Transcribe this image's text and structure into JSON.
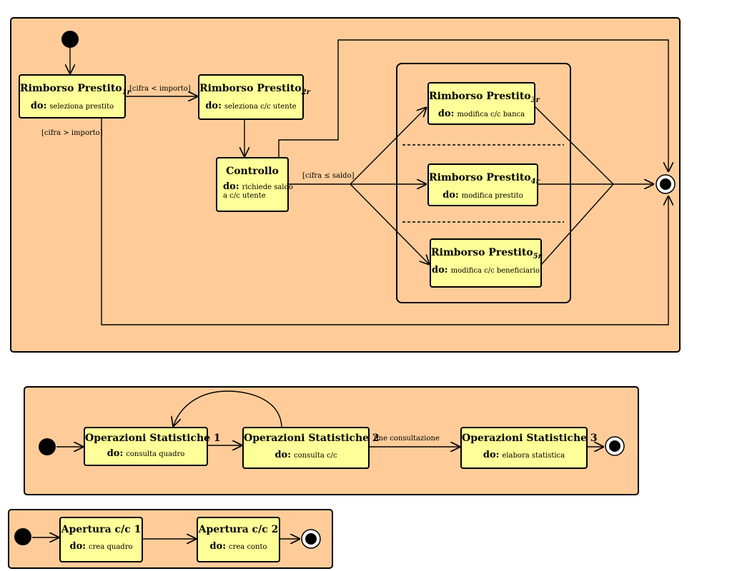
{
  "diagram1": {
    "states": {
      "s1": {
        "title": "Rimborso Prestito",
        "sub": "1r",
        "do": "do:",
        "activity": "seleziona prestito"
      },
      "s2": {
        "title": "Rimborso Prestito",
        "sub": "2r",
        "do": "do:",
        "activity": "seleziona c/c utente"
      },
      "s3": {
        "title": "Rimborso Prestito",
        "sub": "3r",
        "do": "do:",
        "activity": "modifica c/c banca"
      },
      "s4": {
        "title": "Rimborso Prestito",
        "sub": "4r",
        "do": "do:",
        "activity": "modifica prestito"
      },
      "s5": {
        "title": "Rimborso Prestito",
        "sub": "5r",
        "do": "do:",
        "activity": "modifica c/c beneficiario"
      },
      "controllo": {
        "title": "Controllo",
        "do": "do:",
        "activity_line1": "richiede saldo",
        "activity_line2": "a c/c utente"
      }
    },
    "guards": {
      "cifra_lt_importo": "[cifra < importo]",
      "cifra_gt_importo": "[cifra > importo]",
      "cifra_le_saldo": "[cifra ≤ saldo]"
    }
  },
  "diagram2": {
    "states": {
      "os1": {
        "title": "Operazioni Statistiche 1",
        "do": "do:",
        "activity": "consulta  quadro"
      },
      "os2": {
        "title": "Operazioni Statistiche 2",
        "do": "do:",
        "activity": "consulta c/c"
      },
      "os3": {
        "title": "Operazioni Statistiche 3",
        "do": "do:",
        "activity": "elabora statistica"
      }
    },
    "event": "fine consultazione"
  },
  "diagram3": {
    "states": {
      "ap1": {
        "title": "Apertura c/c 1",
        "do": "do:",
        "activity": "crea  quadro"
      },
      "ap2": {
        "title": "Apertura c/c 2",
        "do": "do:",
        "activity": "crea conto"
      }
    }
  }
}
